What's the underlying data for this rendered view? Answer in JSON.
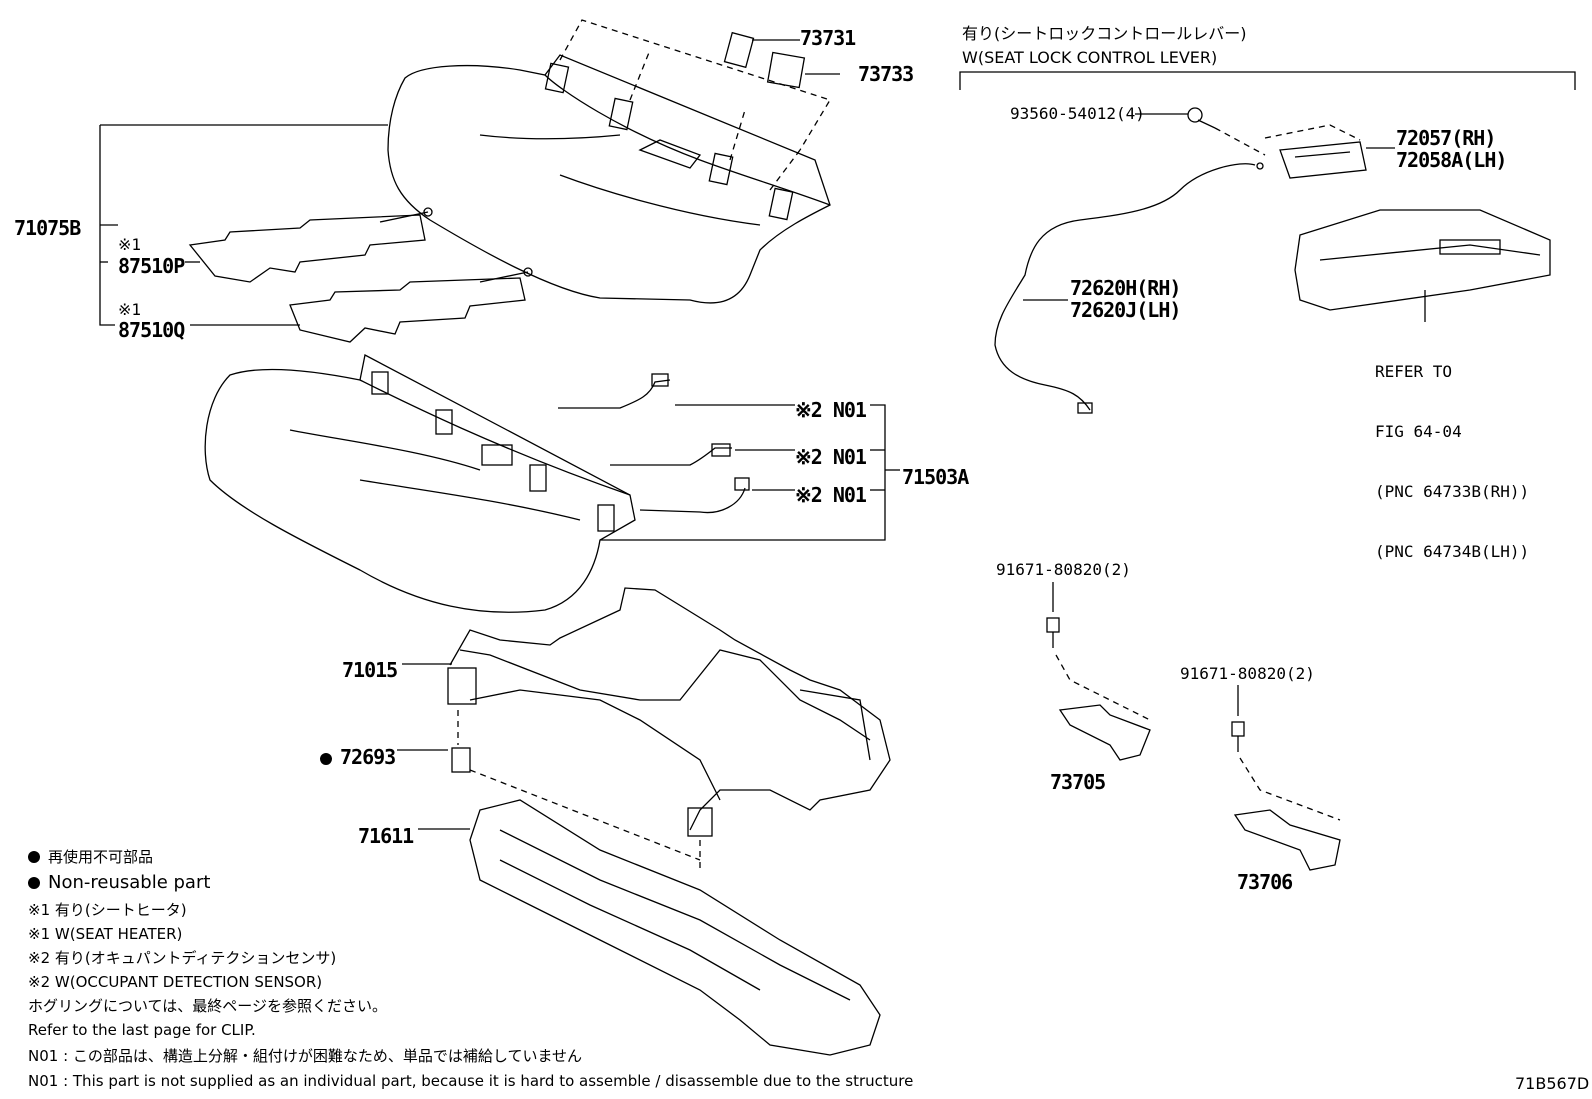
{
  "header": {
    "line1": "有り(シートロックコントロールレバー)",
    "line2": "W(SEAT LOCK CONTROL LEVER)"
  },
  "labels": {
    "p73731": "73731",
    "p73733": "73733",
    "p71075B": "71075B",
    "p87510P_note": "※1",
    "p87510P": "87510P",
    "p87510Q_note": "※1",
    "p87510Q": "87510Q",
    "n01_a": "※2 N01",
    "n01_b": "※2 N01",
    "n01_c": "※2 N01",
    "p71503A": "71503A",
    "p71015": "71015",
    "p72693": "72693",
    "p71611": "71611",
    "p93560": "93560-54012(4)",
    "p72057": "72057(RH)",
    "p72058A": "72058A(LH)",
    "p72620H": "72620H(RH)",
    "p72620J": "72620J(LH)",
    "p91671_a": "91671-80820(2)",
    "p91671_b": "91671-80820(2)",
    "p73705": "73705",
    "p73706": "73706"
  },
  "reference": {
    "line1": "REFER TO",
    "line2": "FIG 64-04",
    "line3": "(PNC 64733B(RH))",
    "line4": "(PNC 64734B(LH))"
  },
  "notes": {
    "nonreuse_jp": "再使用不可部品",
    "nonreuse_en": "Non-reusable part",
    "n1_jp": "※1 有り(シートヒータ)",
    "n1_en": "※1 W(SEAT HEATER)",
    "n2_jp": "※2 有り(オキュパントディテクションセンサ)",
    "n2_en": "※2 W(OCCUPANT DETECTION SENSOR)",
    "clip_jp": "ホグリングについては、最終ページを参照ください。",
    "clip_en": "Refer to the last page for CLIP.",
    "n01_jp": "N01 : この部品は、構造上分解・組付けが困難なため、単品では補給していません",
    "n01_en": "N01 : This part is not supplied as an individual part, because it is hard to assemble / disassemble due to the structure"
  },
  "figure_id": "71B567D"
}
